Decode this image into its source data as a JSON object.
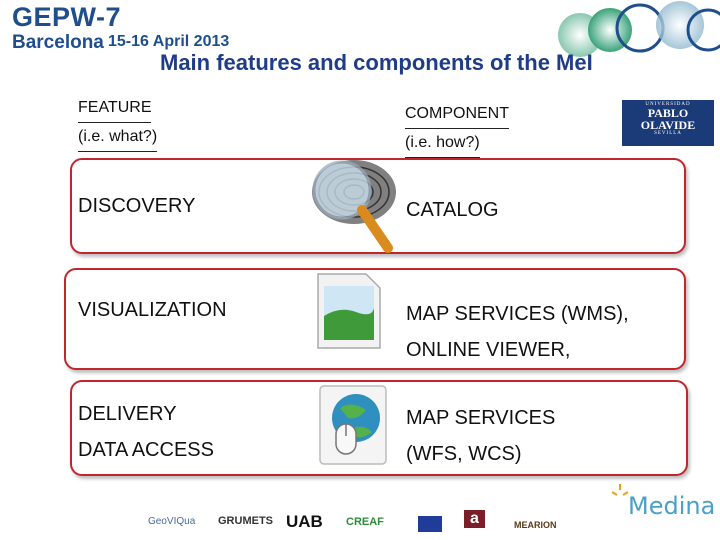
{
  "header": {
    "event": "GEPW-7",
    "city": "Barcelona",
    "dates": "15-16 April 2013",
    "title": "Main features and components of the MeI"
  },
  "columns": {
    "feature_line1": "FEATURE",
    "feature_line2": "(i.e. what?)",
    "component_line1": "COMPONENT",
    "component_line2": "(i.e. how?)"
  },
  "university_logo": {
    "line1": "UNIVERSIDAD",
    "line2": "PABLO",
    "line3": "OLAVIDE",
    "line4": "SEVILLA"
  },
  "rows": [
    {
      "feature": [
        "DISCOVERY"
      ],
      "icon": "fingerprint-magnifier-icon",
      "component": [
        "CATALOG"
      ]
    },
    {
      "feature": [
        "VISUALIZATION"
      ],
      "icon": "map-image-icon",
      "component": [
        "MAP SERVICES (WMS),",
        "ONLINE VIEWER,"
      ]
    },
    {
      "feature": [
        "DELIVERY",
        "DATA ACCESS"
      ],
      "icon": "globe-mouse-icon",
      "component": [
        "MAP SERVICES",
        "(WFS, WCS)"
      ]
    }
  ],
  "footer": {
    "logos": [
      "GeoVIQua",
      "GRUMETS",
      "UAB",
      "CREAF",
      "a",
      "MEARION"
    ],
    "medina": "Medina"
  },
  "colors": {
    "brand": "#1f4e8c",
    "title": "#1f3c88",
    "row_border": "#c0262c"
  }
}
